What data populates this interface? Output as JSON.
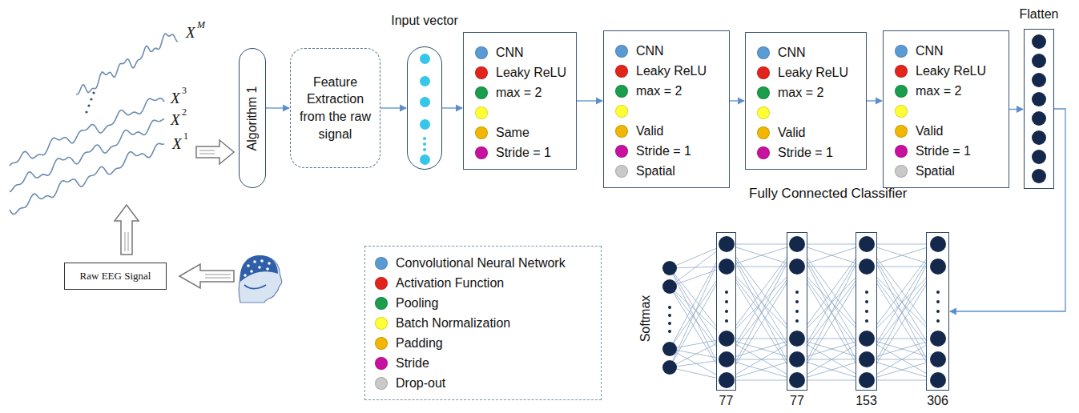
{
  "diagram": {
    "nodes": [
      {
        "text": [
          "Algorithm 1"
        ]
      },
      {
        "text": [
          "Feature Extraction from the raw signal"
        ]
      },
      {
        "text": [
          "Input vector"
        ]
      },
      {
        "text": [
          "CNN",
          "Leaky ReLU",
          "max = 2",
          "Same",
          "Stride = 1"
        ]
      },
      {
        "text": [
          "CNN",
          "Leaky ReLU",
          "max = 2",
          "Valid",
          "Stride = 1",
          "Spatial"
        ]
      },
      {
        "text": [
          "CNN",
          "Leaky ReLU",
          "max = 2",
          "Valid",
          "Stride = 1"
        ]
      },
      {
        "text": [
          "CNN",
          "Leaky ReLU",
          "max = 2",
          "Valid",
          "Stride = 1",
          "Spatial"
        ]
      },
      {
        "text": [
          "Flatten"
        ]
      },
      {
        "text": [
          "Raw EEG Signal"
        ]
      },
      {
        "text": [
          "77"
        ]
      },
      {
        "text": [
          "77"
        ]
      },
      {
        "text": [
          "153"
        ]
      },
      {
        "text": [
          "306"
        ]
      }
    ],
    "edges": [
      {
        "from": 0,
        "to": 1,
        "arrow": "to"
      },
      {
        "from": 1,
        "to": 2,
        "arrow": "to"
      },
      {
        "from": 2,
        "to": 3,
        "arrow": "to"
      },
      {
        "from": 3,
        "to": 4,
        "arrow": "to"
      },
      {
        "from": 4,
        "to": 5,
        "arrow": "to"
      },
      {
        "from": 5,
        "to": 6,
        "arrow": "to"
      },
      {
        "from": 6,
        "to": 7,
        "arrow": "to"
      },
      {
        "from": 7,
        "to": 12,
        "arrow": "to"
      },
      {
        "from": 12,
        "to": 11,
        "arrow": "none"
      },
      {
        "from": 11,
        "to": 10,
        "arrow": "none"
      },
      {
        "from": 10,
        "to": 9,
        "arrow": "none"
      }
    ],
    "labels": [
      "X",
      "M",
      "X",
      "3",
      "X",
      "2",
      "X",
      "1",
      "Fully Connected Classifier",
      "Softmax"
    ],
    "legend": [
      {
        "text": "Convolutional Neural Network",
        "color": "#5b9bd5"
      },
      {
        "text": "Activation Function",
        "color": "#e3241b"
      },
      {
        "text": "Pooling",
        "color": "#1a9e4b"
      },
      {
        "text": "Batch Normalization",
        "color": "#ffff33"
      },
      {
        "text": "Padding",
        "color": "#f2b705"
      },
      {
        "text": "Stride",
        "color": "#c8119e"
      },
      {
        "text": "Drop-out",
        "color": "#c9c9c9"
      }
    ]
  }
}
